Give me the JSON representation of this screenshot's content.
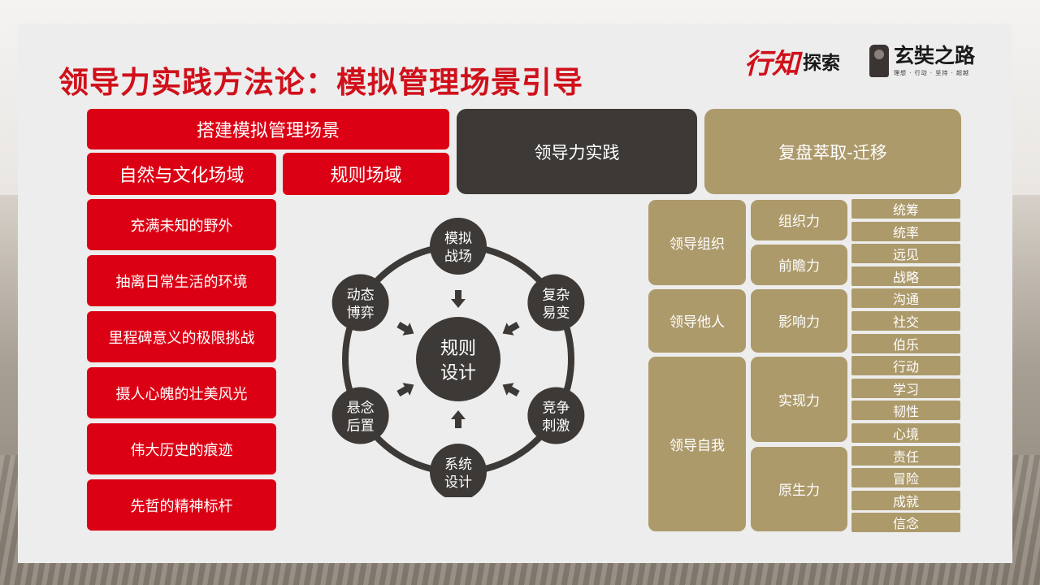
{
  "title": "领导力实践方法论：模拟管理场景引导",
  "logos": {
    "xingzhi_script": "行知",
    "xingzhi_text": "探索",
    "xuanzang_main": "玄奘之路",
    "xuanzang_sub": "理想 · 行动 · 坚持 · 超越"
  },
  "headers": {
    "build_scene": "搭建模拟管理场景",
    "nature_culture": "自然与文化场域",
    "rules_field": "规则场域",
    "practice": "领导力实践",
    "review": "复盘萃取-迁移"
  },
  "scene_items": [
    "充满未知的野外",
    "抽离日常生活的环境",
    "里程碑意义的极限挑战",
    "摄人心魄的壮美风光",
    "伟大历史的痕迹",
    "先哲的精神标杆"
  ],
  "diagram": {
    "center": [
      "规则",
      "设计"
    ],
    "nodes": [
      [
        "模拟",
        "战场"
      ],
      [
        "复杂",
        "易变"
      ],
      [
        "竞争",
        "刺激"
      ],
      [
        "系统",
        "设计"
      ],
      [
        "悬念",
        "后置"
      ],
      [
        "动态",
        "博弈"
      ]
    ]
  },
  "leadership": [
    {
      "category": "领导组织",
      "groups": [
        {
          "name": "组织力",
          "items": [
            "统筹",
            "统率"
          ]
        },
        {
          "name": "前瞻力",
          "items": [
            "远见",
            "战略"
          ]
        }
      ]
    },
    {
      "category": "领导他人",
      "groups": [
        {
          "name": "影响力",
          "items": [
            "沟通",
            "社交",
            "伯乐"
          ]
        }
      ]
    },
    {
      "category": "领导自我",
      "groups": [
        {
          "name": "实现力",
          "items": [
            "行动",
            "学习",
            "韧性",
            "心境"
          ]
        },
        {
          "name": "原生力",
          "items": [
            "责任",
            "冒险",
            "成就",
            "信念"
          ]
        }
      ]
    }
  ],
  "colors": {
    "red": "#dc0014",
    "dark": "#3d3936",
    "tan": "#ad9a6b",
    "title_red": "#d0101a"
  }
}
